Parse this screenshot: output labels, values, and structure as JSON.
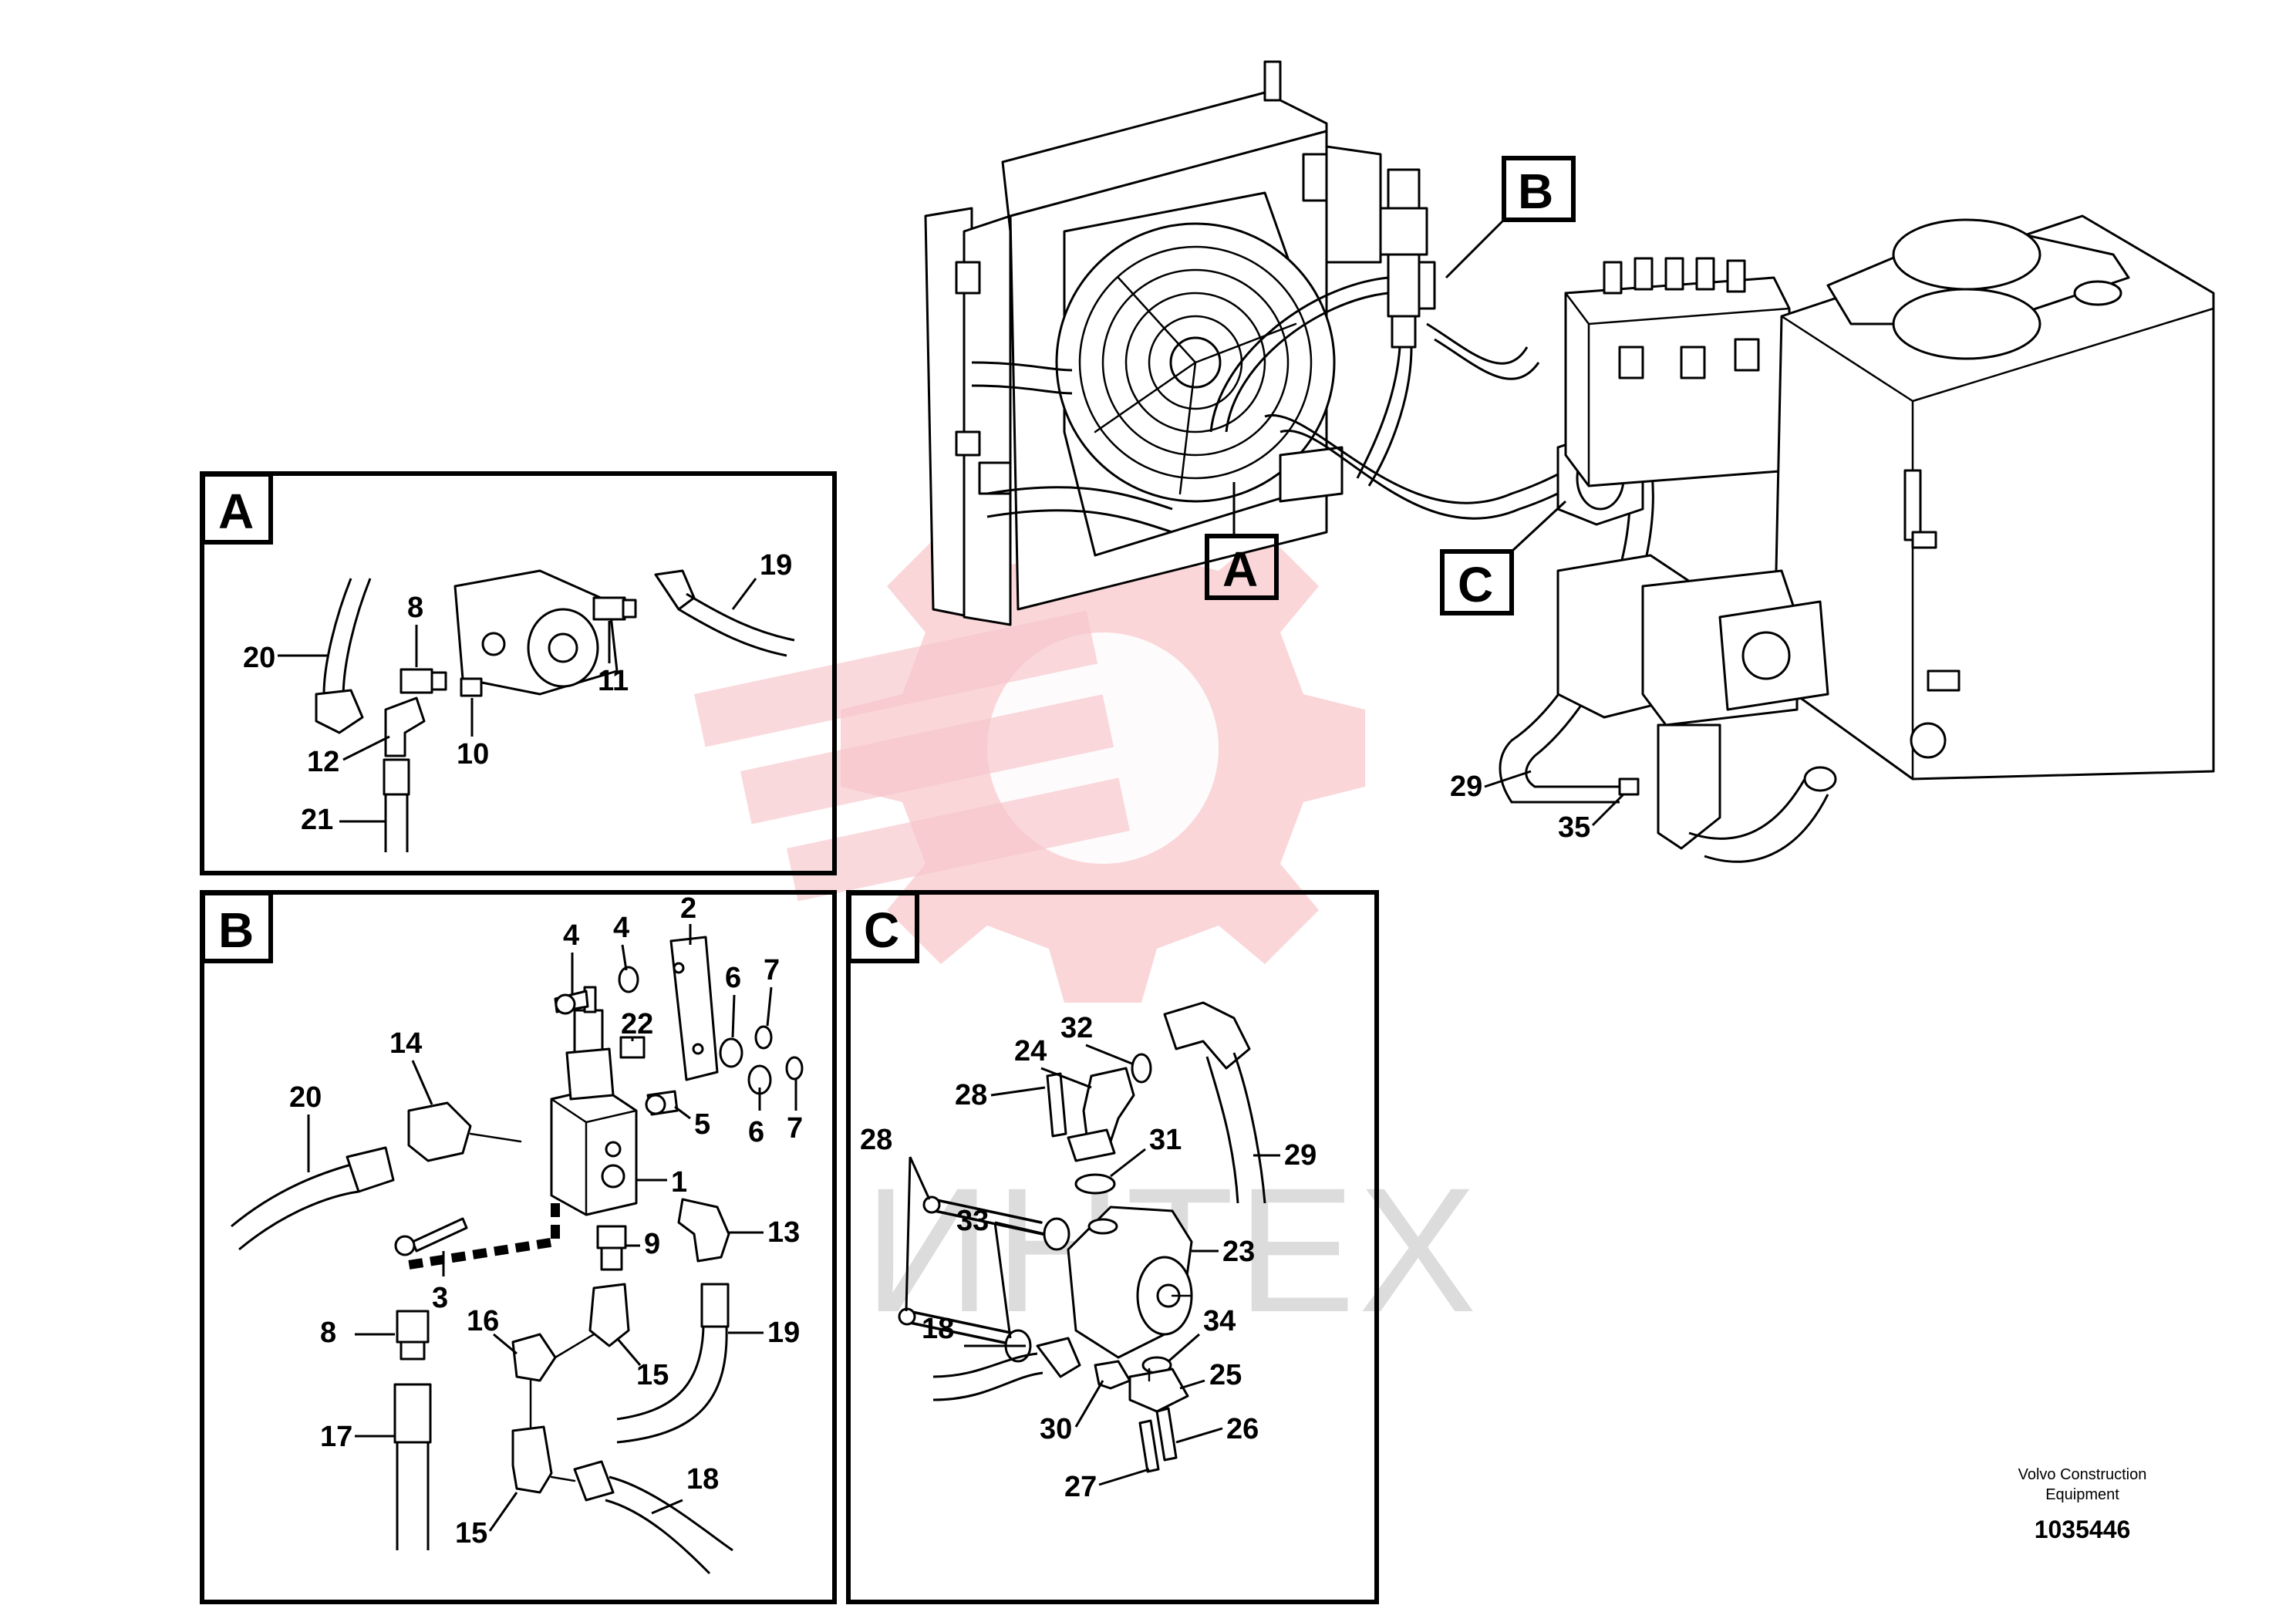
{
  "views": {
    "main": {
      "callouts": [
        "A",
        "B",
        "C"
      ]
    },
    "A": {
      "label": "A",
      "parts": [
        "20",
        "8",
        "12",
        "10",
        "11",
        "19",
        "21"
      ]
    },
    "B": {
      "label": "B",
      "parts": [
        "4",
        "4",
        "2",
        "6",
        "7",
        "22",
        "14",
        "20",
        "5",
        "6",
        "7",
        "1",
        "3",
        "9",
        "13",
        "8",
        "16",
        "15",
        "19",
        "17",
        "18",
        "15"
      ]
    },
    "C": {
      "label": "C",
      "parts": [
        "32",
        "24",
        "28",
        "28",
        "31",
        "33",
        "23",
        "29",
        "18",
        "34",
        "25",
        "30",
        "26",
        "27"
      ]
    }
  },
  "main_parts": [
    "29",
    "35"
  ],
  "credit": {
    "line1": "Volvo Construction",
    "line2": "Equipment"
  },
  "part_number": "1035446",
  "watermark": {
    "text": "ИНТЕХ",
    "logo": "gear-wrench-logo",
    "color": "#f7c2c7"
  },
  "icons": [
    "gear-wrench-logo"
  ]
}
